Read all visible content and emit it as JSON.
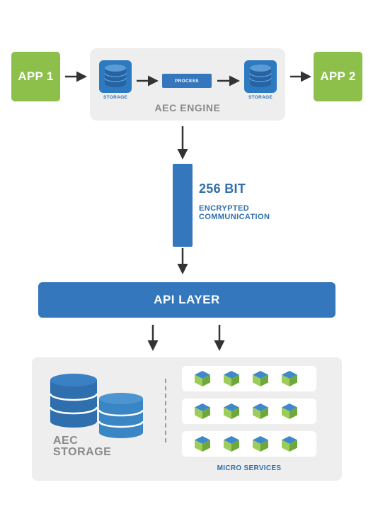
{
  "apps": {
    "left": "APP 1",
    "right": "APP 2"
  },
  "engine": {
    "title": "AEC ENGINE",
    "storage_left_label": "STORAGE",
    "process_label": "PROCESS",
    "storage_right_label": "STORAGE"
  },
  "channel": {
    "title": "256 BIT",
    "subtitle_line1": "ENCRYPTED",
    "subtitle_line2": "COMMUNICATION"
  },
  "api": {
    "label": "API LAYER"
  },
  "storage": {
    "line1": "AEC",
    "line2": "STORAGE"
  },
  "micro_services": {
    "label": "MICRO SERVICES",
    "rows": 3,
    "per_row": 4
  },
  "colors": {
    "green": "#8cc04a",
    "blue": "#3477bd",
    "dark_blue": "#2f6fad",
    "panel_gray": "#eeeeee",
    "label_gray": "#8a8a8a",
    "arrow": "#333333"
  }
}
